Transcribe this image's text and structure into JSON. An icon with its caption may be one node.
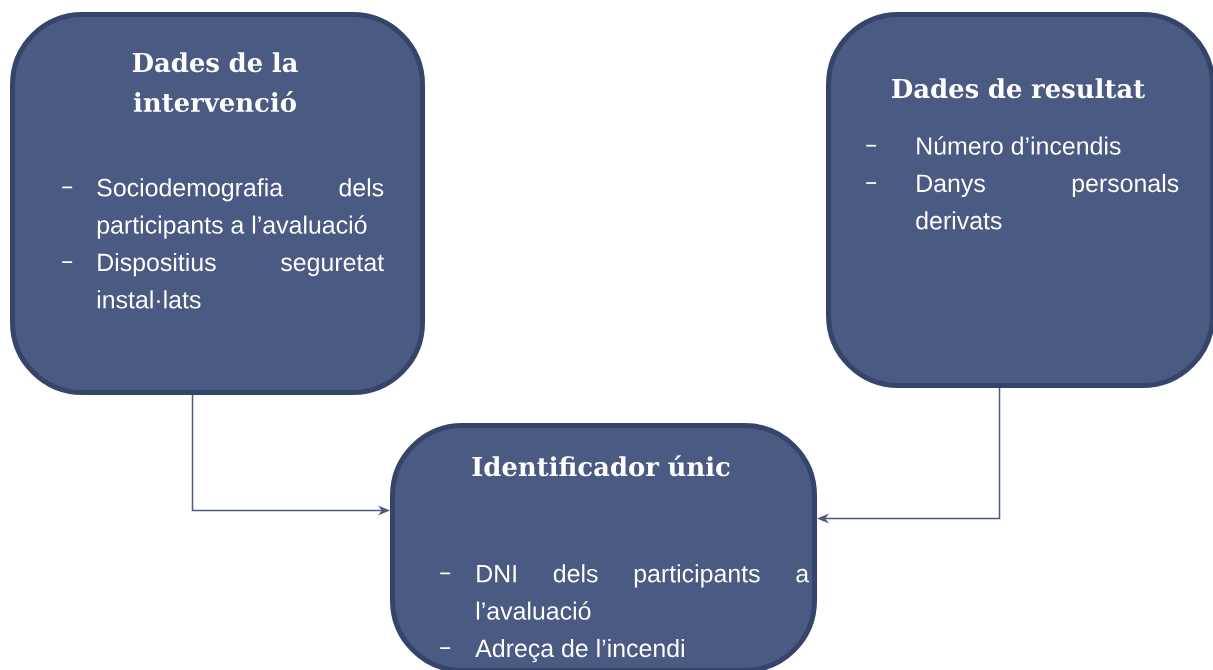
{
  "diagram": {
    "nodes": [
      {
        "text": [
          "Dades de la intervenció",
          "Sociodemografia dels participants a l’avaluació",
          "Dispositius seguretat instal·lats"
        ]
      },
      {
        "text": [
          "Dades de resultat",
          "Número d’incendis",
          "Danys personals derivats"
        ]
      },
      {
        "text": [
          "Identificador únic",
          "DNI dels participants a l’avaluació",
          "Adreça de l’incendi"
        ]
      }
    ],
    "edges": [
      {
        "from": 0,
        "to": 2,
        "arrow": "to"
      },
      {
        "from": 1,
        "to": 2,
        "arrow": "to"
      }
    ]
  }
}
